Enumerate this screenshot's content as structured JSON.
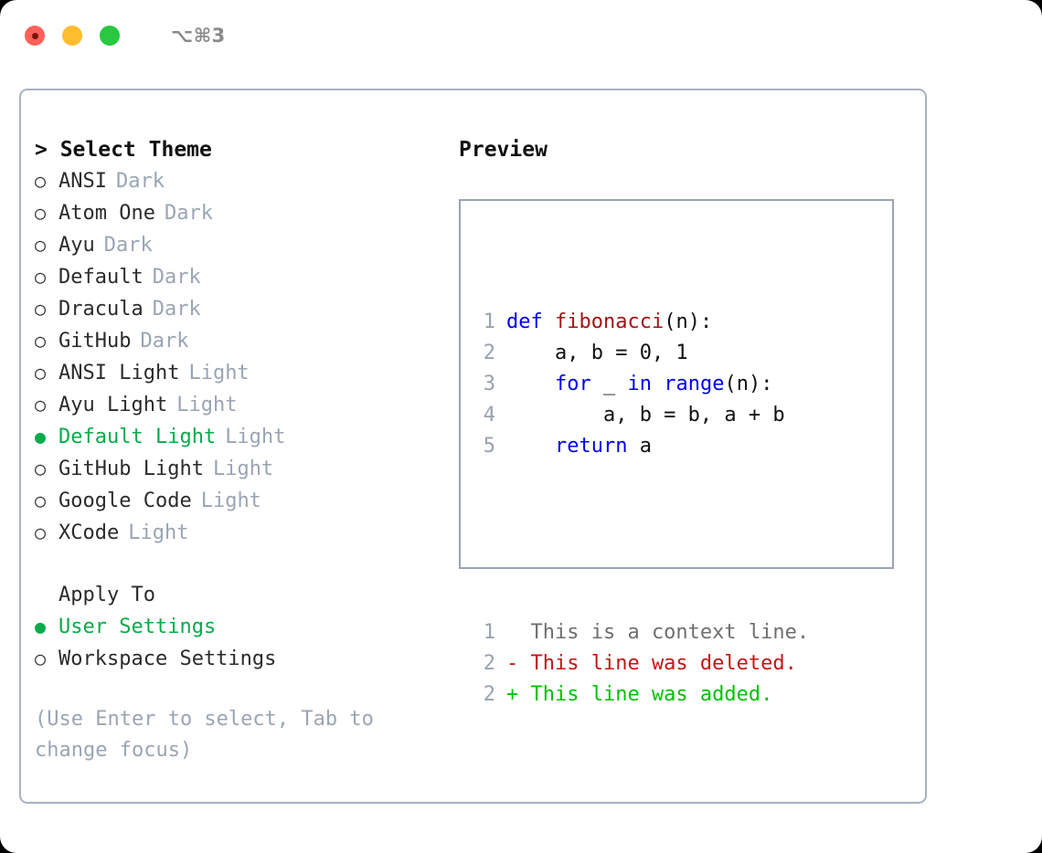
{
  "window": {
    "shortcut": "⌥⌘3",
    "traffic_lights": [
      "close-red",
      "minimize-yellow",
      "maximize-green"
    ]
  },
  "theme_picker": {
    "heading": "> Select Theme",
    "selected_bullet": "●",
    "unselected_bullet": "○",
    "selected_color": "#07ab4b",
    "tag_color": "#9aa5b4",
    "items": [
      {
        "bullet": "○",
        "name": "ANSI",
        "tag": "Dark",
        "selected": false
      },
      {
        "bullet": "○",
        "name": "Atom One",
        "tag": "Dark",
        "selected": false
      },
      {
        "bullet": "○",
        "name": "Ayu",
        "tag": "Dark",
        "selected": false
      },
      {
        "bullet": "○",
        "name": "Default",
        "tag": "Dark",
        "selected": false
      },
      {
        "bullet": "○",
        "name": "Dracula",
        "tag": "Dark",
        "selected": false
      },
      {
        "bullet": "○",
        "name": "GitHub",
        "tag": "Dark",
        "selected": false
      },
      {
        "bullet": "○",
        "name": "ANSI Light",
        "tag": "Light",
        "selected": false
      },
      {
        "bullet": "○",
        "name": "Ayu Light",
        "tag": "Light",
        "selected": false
      },
      {
        "bullet": "●",
        "name": "Default Light",
        "tag": "Light",
        "selected": true
      },
      {
        "bullet": "○",
        "name": "GitHub Light",
        "tag": "Light",
        "selected": false
      },
      {
        "bullet": "○",
        "name": "Google Code",
        "tag": "Light",
        "selected": false
      },
      {
        "bullet": "○",
        "name": "XCode",
        "tag": "Light",
        "selected": false
      }
    ]
  },
  "apply_to": {
    "label": "Apply To",
    "options": [
      {
        "bullet": "●",
        "name": "User Settings",
        "selected": true
      },
      {
        "bullet": "○",
        "name": "Workspace Settings",
        "selected": false
      }
    ]
  },
  "hint": "(Use Enter to select, Tab to change focus)",
  "preview": {
    "heading": "Preview",
    "code_lines": [
      {
        "num": "1",
        "tokens": [
          {
            "t": "def ",
            "c": "kw"
          },
          {
            "t": "fibonacci",
            "c": "fn"
          },
          {
            "t": "(n):",
            "c": "pl"
          }
        ]
      },
      {
        "num": "2",
        "tokens": [
          {
            "t": "    a, b = 0, 1",
            "c": "pl"
          }
        ]
      },
      {
        "num": "3",
        "tokens": [
          {
            "t": "    ",
            "c": "pl"
          },
          {
            "t": "for",
            "c": "kw"
          },
          {
            "t": " _ ",
            "c": "pl"
          },
          {
            "t": "in",
            "c": "kw"
          },
          {
            "t": " ",
            "c": "pl"
          },
          {
            "t": "range",
            "c": "kw"
          },
          {
            "t": "(n):",
            "c": "pl"
          }
        ]
      },
      {
        "num": "4",
        "tokens": [
          {
            "t": "        a, b = b, a + b",
            "c": "pl"
          }
        ]
      },
      {
        "num": "5",
        "tokens": [
          {
            "t": "    ",
            "c": "pl"
          },
          {
            "t": "return",
            "c": "kw"
          },
          {
            "t": " a",
            "c": "pl"
          }
        ]
      }
    ],
    "diff_lines": [
      {
        "num": "1",
        "text": "  This is a context line.",
        "kind": "diff-ctx"
      },
      {
        "num": "2",
        "text": "- This line was deleted.",
        "kind": "diff-del"
      },
      {
        "num": "2",
        "text": "+ This line was added.",
        "kind": "diff-add"
      }
    ],
    "colors": {
      "keyword": "#0000ee",
      "function": "#a31515",
      "plain": "#111111",
      "line_number": "#98a2b0",
      "diff_context": "#6f6f6f",
      "diff_deleted": "#c41616",
      "diff_added": "#04c104",
      "border": "#99a3b3"
    }
  }
}
